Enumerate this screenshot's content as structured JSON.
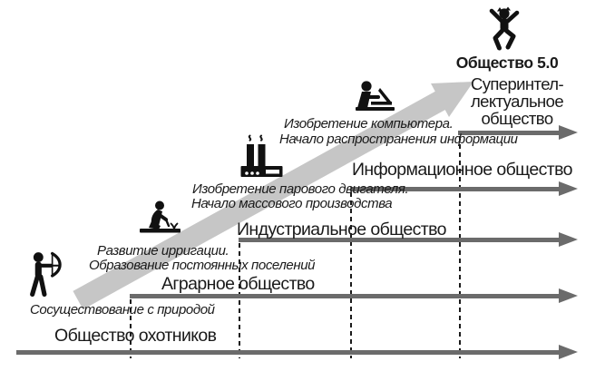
{
  "colors": {
    "diagonal_arrow": "#c6c6c6",
    "stage_arrow": "#6b6b6b",
    "text": "#1a1a1a",
    "background": "#ffffff"
  },
  "stages": [
    {
      "label": "Общество охотников",
      "icon": "archer-icon",
      "annotation_lines": [
        "Сосуществование с природой"
      ]
    },
    {
      "label": "Аграрное общество",
      "icon": "kneeling-farmer-icon",
      "annotation_lines": [
        "Развитие ирригации.",
        "Образование постоянных поселений"
      ]
    },
    {
      "label": "Индустриальное общество",
      "icon": "factory-icon",
      "annotation_lines": [
        "Изобретение парового двигателя.",
        "Начало массового производства"
      ]
    },
    {
      "label": "Информационное общество",
      "icon": "person-at-laptop-icon",
      "annotation_lines": [
        "Изобретение компьютера.",
        "Начало распространения информации"
      ]
    },
    {
      "label_lines": [
        "Суперинтел-",
        "лектуальное",
        "общество"
      ],
      "caption": "Общество 5.0",
      "icon": "jumping-person-icon",
      "annotation_lines": []
    }
  ]
}
